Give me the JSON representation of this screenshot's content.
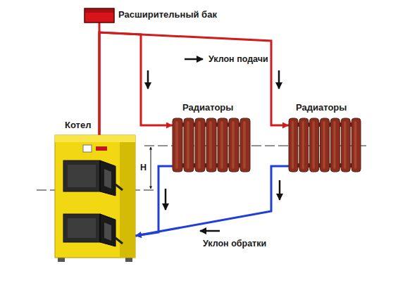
{
  "diagram": {
    "nodes": [
      {
        "text": [
          "Расширительный бак"
        ]
      },
      {
        "text": [
          "Котел"
        ]
      },
      {
        "text": [
          "Радиаторы"
        ]
      },
      {
        "text": [
          "Радиаторы"
        ]
      }
    ],
    "edges": [
      {
        "from": 1,
        "to": 0,
        "arrow": "none"
      },
      {
        "from": 1,
        "to": 2,
        "arrow": "to"
      },
      {
        "from": 1,
        "to": 3,
        "arrow": "to"
      },
      {
        "from": 2,
        "to": 1,
        "arrow": "to"
      },
      {
        "from": 3,
        "to": 1,
        "arrow": "to"
      }
    ],
    "labels": [
      "Уклон подачи",
      "H",
      "Уклон обратки"
    ]
  }
}
